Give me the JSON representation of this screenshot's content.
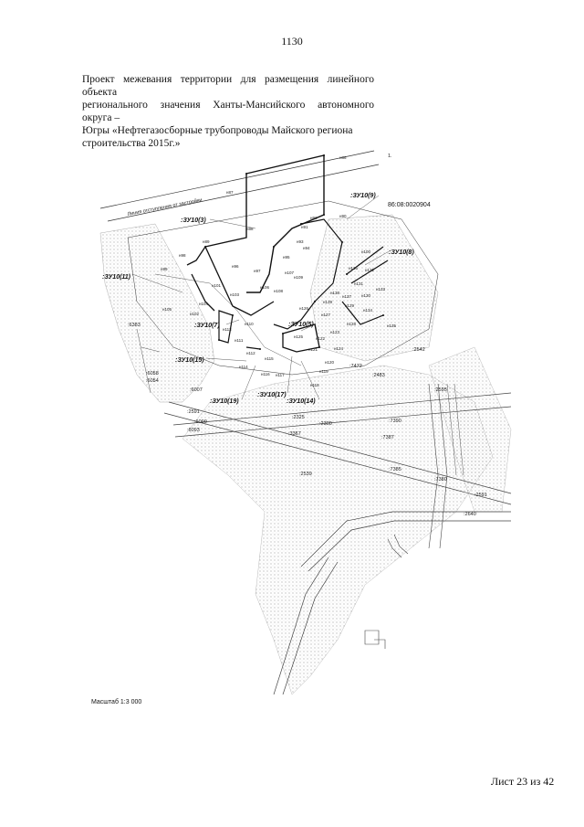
{
  "page_number": "1130",
  "title_lines": [
    "Проект межевания территории для размещения линейного объекта",
    "регионального значения Ханты-Мансийского автономного округа –",
    "Югры «Нефтегазосборные трубопроводы Майского региона",
    "строительства 2015г.»"
  ],
  "map": {
    "cadastral_block": "86:08:0020904",
    "road_label": "Линия отступления от застройки",
    "plot_labels": [
      ":ЗУ10(3)",
      ":ЗУ10(9)",
      ":ЗУ10(8)",
      ":ЗУ10(11)",
      ":ЗУ10(7)",
      ":ЗУ10(5)",
      ":ЗУ10(15)",
      ":ЗУ10(17)",
      ":ЗУ10(14)",
      ":ЗУ10(19)"
    ],
    "cadastral_numbers": [
      ":6383",
      ":6058",
      ":6054",
      ":6007",
      ":2591",
      ":2325",
      ":2300",
      ":6090",
      ":6093",
      ":3367",
      ":2539",
      ":7385",
      ":7387",
      ":2483",
      ":2542",
      ":7472",
      ":2595",
      ":2591",
      ":2640",
      ":7380",
      ":7390"
    ],
    "point_labels": [
      "н86",
      "н87",
      "н88",
      "н89",
      "н90",
      "н91",
      "н92",
      "н93",
      "н94",
      "н95",
      "н96",
      "н97",
      "н98",
      "н99",
      "н100",
      "н101",
      "н102",
      "н103",
      "н104",
      "н105",
      "н106",
      "н107",
      "н108",
      "н109",
      "н110",
      "н111",
      "н112",
      "н113",
      "н114",
      "н115",
      "н116",
      "н117",
      "н118",
      "н119",
      "н120",
      "н121",
      "н122",
      "н123",
      "н124",
      "н125",
      "н126",
      "н127",
      "н128",
      "н129",
      "н130",
      "н131",
      "н132",
      "н133",
      "н134",
      "н135",
      "н136",
      "н137",
      "н138",
      "н139"
    ]
  },
  "scale_text": "Масштаб 1:3 000",
  "sheet_label": "Лист 23",
  "sheet_total": "из 42"
}
